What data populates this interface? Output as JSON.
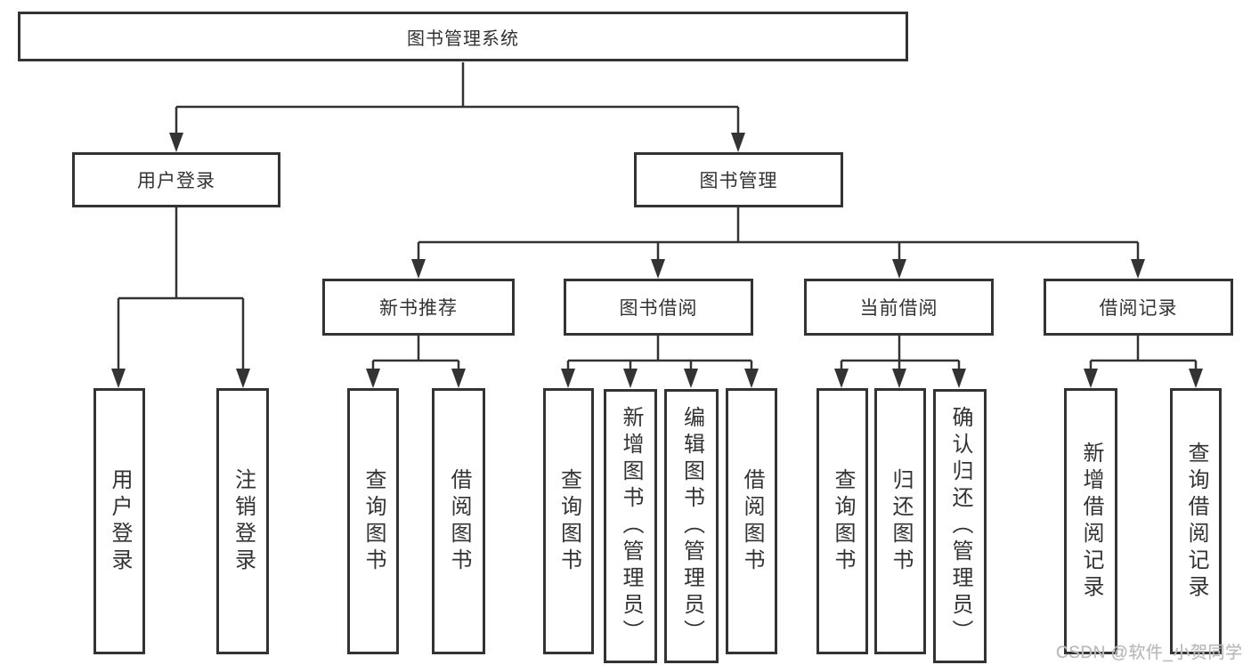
{
  "tree": {
    "root": "图书管理系统",
    "user_login": {
      "label": "用户登录",
      "children": [
        "用户登录",
        "注销登录"
      ]
    },
    "book_management": {
      "label": "图书管理",
      "groups": [
        {
          "label": "新书推荐",
          "children": [
            "查询图书",
            "借阅图书"
          ]
        },
        {
          "label": "图书借阅",
          "children": [
            "查询图书",
            "新增图书（管理员）",
            "编辑图书（管理员）",
            "借阅图书"
          ]
        },
        {
          "label": "当前借阅",
          "children": [
            "查询图书",
            "归还图书",
            "确认归还（管理员）"
          ]
        },
        {
          "label": "借阅记录",
          "children": [
            "新增借阅记录",
            "查询借阅记录"
          ]
        }
      ]
    }
  },
  "watermark": "CSDN @软件_小贺同学",
  "colors": {
    "line": "#333333",
    "box_border": "#333333",
    "text": "#333333",
    "background": "#ffffff",
    "watermark": "#b9b9b9"
  }
}
